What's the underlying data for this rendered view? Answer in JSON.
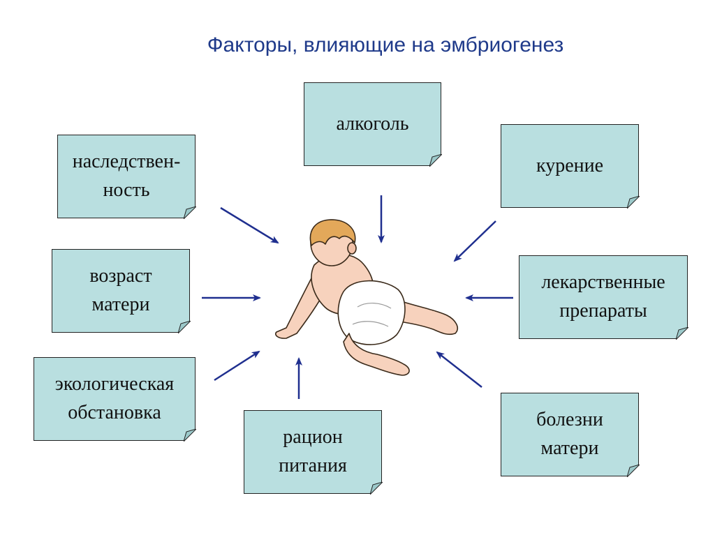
{
  "title": "Факторы, влияющие на эмбриогенез",
  "center_image": "crawling-baby-illustration",
  "colors": {
    "note_fill": "#b9dfe0",
    "arrow": "#1f2f8f",
    "title": "#1f3a8a"
  },
  "factors": {
    "heredity": [
      "наследствен-",
      "ность"
    ],
    "alcohol": [
      "алкоголь"
    ],
    "smoking": [
      "курение"
    ],
    "mother_age": [
      "возраст",
      "матери"
    ],
    "medications": [
      "лекарственные",
      "препараты"
    ],
    "ecology": [
      "экологическая",
      "обстановка"
    ],
    "diet": [
      "рацион",
      "питания"
    ],
    "mother_diseases": [
      "болезни",
      "матери"
    ]
  }
}
